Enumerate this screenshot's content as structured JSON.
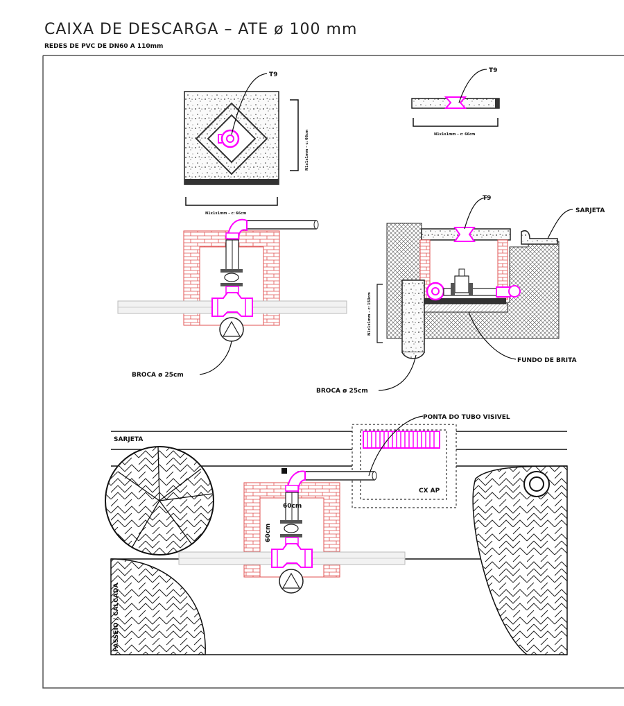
{
  "title": "CAIXA DE DESCARGA –  ATE ø 100 mm",
  "subtitle": "REDES DE PVC DE DN60 A 110mm",
  "labels": {
    "t9_plan": "T9",
    "t9_cover": "T9",
    "t9_section": "T9",
    "sarjeta_section": "SARJETA",
    "sarjeta_plan": "SARJETA",
    "dim_plan_h": "N1x1x1mm – c: 66cm",
    "dim_plan_v": "N1x1x1mm – c: 66cm",
    "dim_cover": "N1x1x1mm – c: 66cm",
    "dim_section_v": "N1x1x1mm – c: 150cm",
    "broca_elev": "BROCA ø 25cm",
    "broca_section": "BROCA ø 25cm",
    "fundo": "FUNDO DE BRITA",
    "ponta": "PONTA DO TUBO VISIVEL",
    "cx_ap": "CX AP",
    "dim_60_h": "60cm",
    "dim_60_v": "60cm",
    "passeio": "PASSEIO / CALCADA"
  },
  "colors": {
    "line": "#111111",
    "magenta": "#ff00ff",
    "brick": "#e05050",
    "pipe": "#d8d8d8"
  }
}
